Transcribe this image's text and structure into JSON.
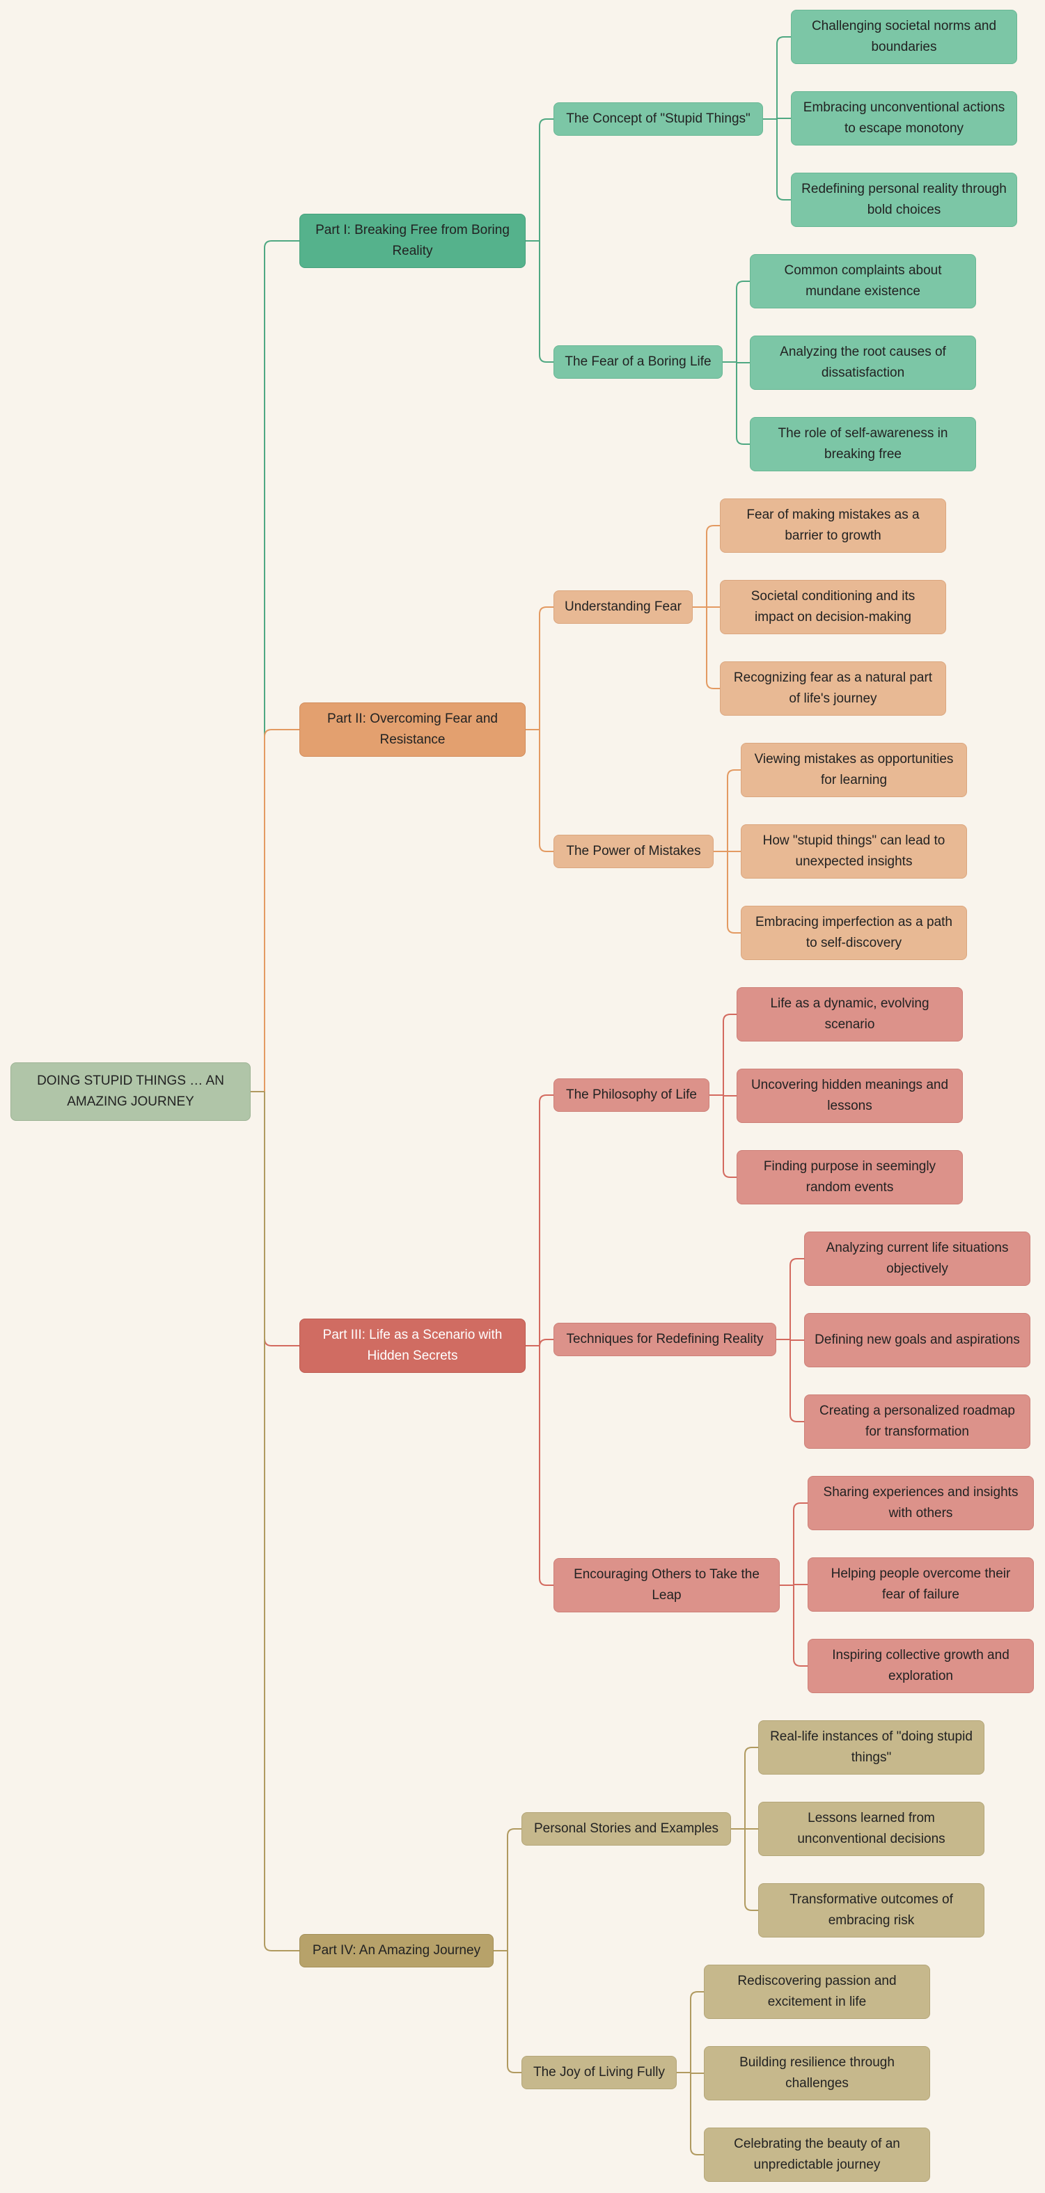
{
  "root": {
    "label": "DOING STUPID THINGS … AN AMAZING JOURNEY"
  },
  "branches": [
    {
      "label": "Part I: Breaking Free from Boring Reality",
      "color": "#4fa882",
      "topics": [
        {
          "label": "The Concept of \"Stupid Things\"",
          "items": [
            "Challenging societal norms and boundaries",
            "Embracing unconventional actions to escape monotony",
            "Redefining personal reality through bold choices"
          ]
        },
        {
          "label": "The Fear of a Boring Life",
          "items": [
            "Common complaints about mundane existence",
            "Analyzing the root causes of dissatisfaction",
            "The role of self-awareness in breaking free"
          ]
        }
      ]
    },
    {
      "label": "Part II: Overcoming Fear and Resistance",
      "color": "#e39a62",
      "topics": [
        {
          "label": "Understanding Fear",
          "items": [
            "Fear of making mistakes as a barrier to growth",
            "Societal conditioning and its impact on decision-making",
            "Recognizing fear as a natural part of life's journey"
          ]
        },
        {
          "label": "The Power of Mistakes",
          "items": [
            "Viewing mistakes as opportunities for learning",
            "How \"stupid things\" can lead to unexpected insights",
            "Embracing imperfection as a path to self-discovery"
          ]
        }
      ]
    },
    {
      "label": "Part III: Life as a Scenario with Hidden Secrets",
      "color": "#d36a5f",
      "topics": [
        {
          "label": "The Philosophy of Life",
          "items": [
            "Life as a dynamic, evolving scenario",
            "Uncovering hidden meanings and lessons",
            "Finding purpose in seemingly random events"
          ]
        },
        {
          "label": "Techniques for Redefining Reality",
          "items": [
            "Analyzing current life situations objectively",
            "Defining new goals and aspirations",
            "Creating a personalized roadmap for transformation"
          ]
        },
        {
          "label": "Encouraging Others to Take the Leap",
          "items": [
            "Sharing experiences and insights with others",
            "Helping people overcome their fear of failure",
            "Inspiring collective growth and exploration"
          ]
        }
      ]
    },
    {
      "label": "Part IV: An Amazing Journey",
      "color": "#b09a60",
      "topics": [
        {
          "label": "Personal Stories and Examples",
          "items": [
            "Real-life instances of \"doing stupid things\"",
            "Lessons learned from unconventional decisions",
            "Transformative outcomes of embracing risk"
          ]
        },
        {
          "label": "The Joy of Living Fully",
          "items": [
            "Rediscovering passion and excitement in life",
            "Building resilience through challenges",
            "Celebrating the beauty of an unpredictable journey"
          ]
        }
      ]
    }
  ]
}
